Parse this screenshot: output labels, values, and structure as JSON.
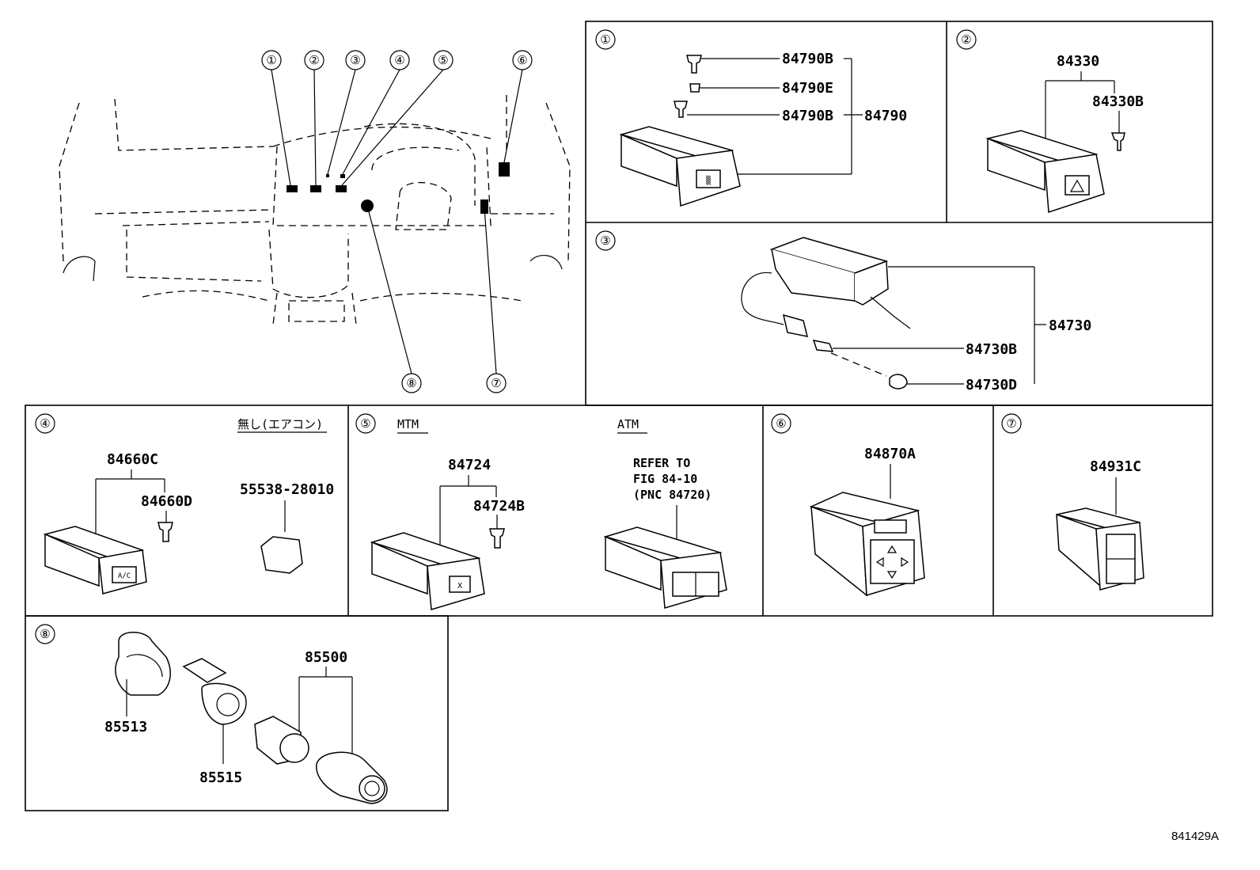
{
  "overview": {
    "callouts": [
      "①",
      "②",
      "③",
      "④",
      "⑤",
      "⑥",
      "⑦",
      "⑧"
    ]
  },
  "boxes": {
    "b1": {
      "id": "①",
      "parts": [
        "84790B",
        "84790E",
        "84790B",
        "84790"
      ]
    },
    "b2": {
      "id": "②",
      "parts": [
        "84330",
        "84330B"
      ]
    },
    "b3": {
      "id": "③",
      "parts": [
        "84730",
        "84730B",
        "84730D"
      ]
    },
    "b4": {
      "id": "④",
      "note": "無し(エアコン)",
      "parts": [
        "84660C",
        "84660D",
        "55538-28010"
      ],
      "button_label": "A/C"
    },
    "b5": {
      "id": "⑤",
      "mtm": "MTM",
      "atm": "ATM",
      "parts": [
        "84724",
        "84724B"
      ],
      "refer": [
        "REFER TO",
        "FIG 84-10",
        "(PNC 84720)"
      ]
    },
    "b6": {
      "id": "⑥",
      "parts": [
        "84870A"
      ]
    },
    "b7": {
      "id": "⑦",
      "parts": [
        "84931C"
      ]
    },
    "b8": {
      "id": "⑧",
      "parts": [
        "85500",
        "85513",
        "85515"
      ]
    }
  },
  "figure_number": "841429A"
}
